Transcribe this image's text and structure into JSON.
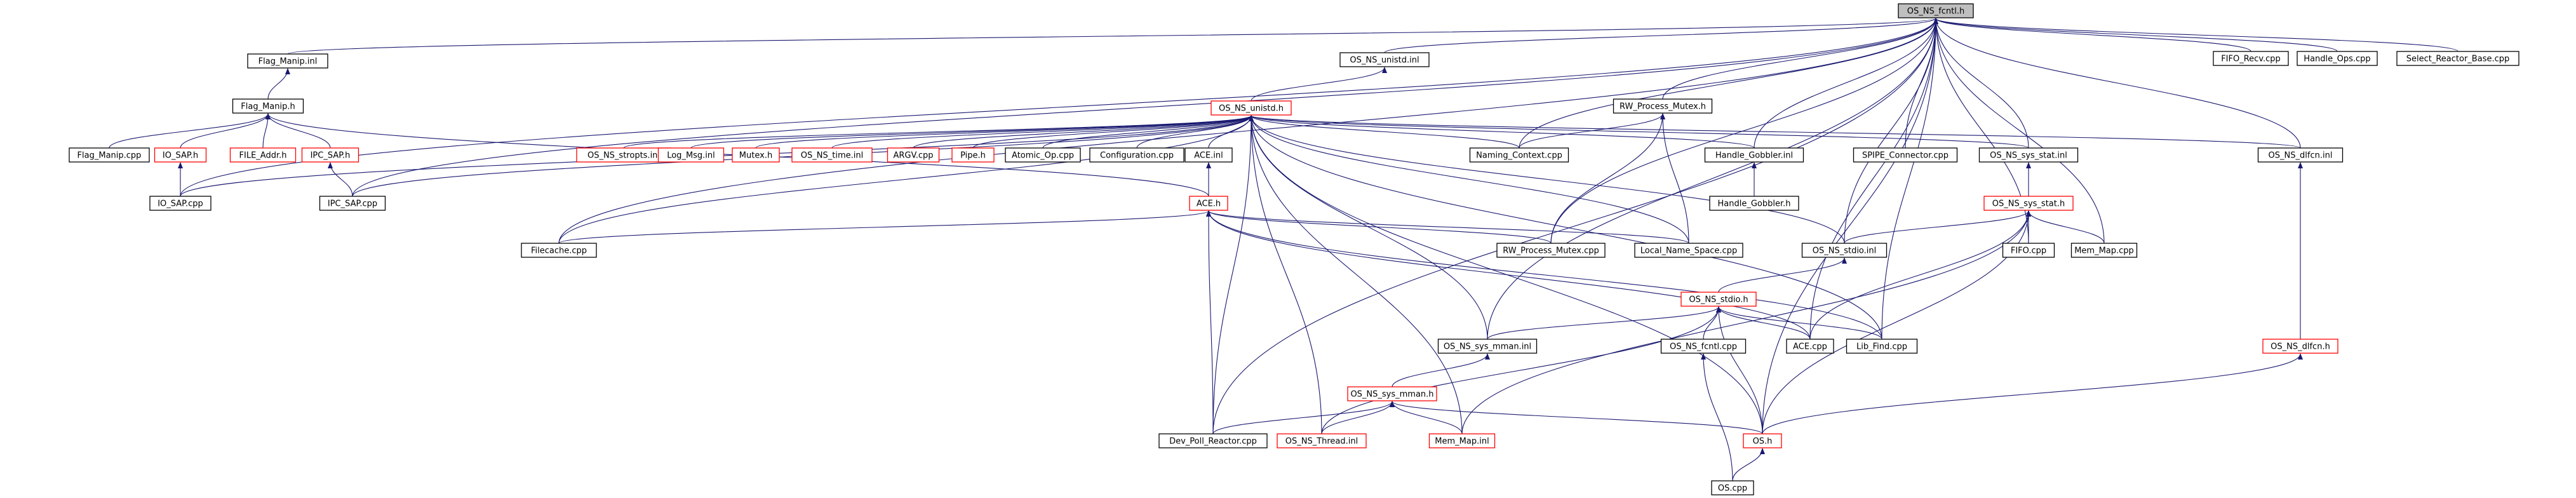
{
  "colors": {
    "edge": "#191970",
    "node_border": "#000000",
    "node_border_alt": "#ff0000",
    "root_fill": "#bfbfbf",
    "node_fill": "#ffffff"
  },
  "nodes": [
    {
      "id": "fcntl_h",
      "label": "OS_NS_fcntl.h",
      "style": "root"
    },
    {
      "id": "flag_manip_inl",
      "label": "Flag_Manip.inl",
      "style": "normal"
    },
    {
      "id": "flag_manip_h",
      "label": "Flag_Manip.h",
      "style": "normal"
    },
    {
      "id": "flag_manip_cpp",
      "label": "Flag_Manip.cpp",
      "style": "normal"
    },
    {
      "id": "io_sap_h",
      "label": "IO_SAP.h",
      "style": "red"
    },
    {
      "id": "file_addr_h",
      "label": "FILE_Addr.h",
      "style": "red"
    },
    {
      "id": "ipc_sap_h",
      "label": "IPC_SAP.h",
      "style": "red"
    },
    {
      "id": "io_sap_cpp",
      "label": "IO_SAP.cpp",
      "style": "normal"
    },
    {
      "id": "ipc_sap_cpp",
      "label": "IPC_SAP.cpp",
      "style": "normal"
    },
    {
      "id": "unistd_inl",
      "label": "OS_NS_unistd.inl",
      "style": "normal"
    },
    {
      "id": "unistd_h",
      "label": "OS_NS_unistd.h",
      "style": "red"
    },
    {
      "id": "strops_inl",
      "label": "OS_NS_stropts.inl",
      "style": "red"
    },
    {
      "id": "log_msg_inl",
      "label": "Log_Msg.inl",
      "style": "red"
    },
    {
      "id": "mutex_h",
      "label": "Mutex.h",
      "style": "red"
    },
    {
      "id": "time_inl",
      "label": "OS_NS_time.inl",
      "style": "red"
    },
    {
      "id": "argv_cpp",
      "label": "ARGV.cpp",
      "style": "red"
    },
    {
      "id": "pipe_h",
      "label": "Pipe.h",
      "style": "red"
    },
    {
      "id": "atomic_op_cpp",
      "label": "Atomic_Op.cpp",
      "style": "normal"
    },
    {
      "id": "configuration_cpp",
      "label": "Configuration.cpp",
      "style": "normal"
    },
    {
      "id": "ace_inl",
      "label": "ACE.inl",
      "style": "normal"
    },
    {
      "id": "ace_h",
      "label": "ACE.h",
      "style": "red"
    },
    {
      "id": "filecache_cpp",
      "label": "Filecache.cpp",
      "style": "normal"
    },
    {
      "id": "rw_process_mutex_h",
      "label": "RW_Process_Mutex.h",
      "style": "normal"
    },
    {
      "id": "naming_context_cpp",
      "label": "Naming_Context.cpp",
      "style": "normal"
    },
    {
      "id": "rw_process_mutex_cpp",
      "label": "RW_Process_Mutex.cpp",
      "style": "normal"
    },
    {
      "id": "local_name_space_cpp",
      "label": "Local_Name_Space.cpp",
      "style": "normal"
    },
    {
      "id": "handle_gobbler_inl",
      "label": "Handle_Gobbler.inl",
      "style": "normal"
    },
    {
      "id": "handle_gobbler_h",
      "label": "Handle_Gobbler.h",
      "style": "normal"
    },
    {
      "id": "spipe_connector_cpp",
      "label": "SPIPE_Connector.cpp",
      "style": "normal"
    },
    {
      "id": "sys_stat_inl",
      "label": "OS_NS_sys_stat.inl",
      "style": "normal"
    },
    {
      "id": "sys_stat_h",
      "label": "OS_NS_sys_stat.h",
      "style": "red"
    },
    {
      "id": "fifo_cpp",
      "label": "FIFO.cpp",
      "style": "normal"
    },
    {
      "id": "mem_map_cpp",
      "label": "Mem_Map.cpp",
      "style": "normal"
    },
    {
      "id": "dlfcn_inl",
      "label": "OS_NS_dlfcn.inl",
      "style": "normal"
    },
    {
      "id": "dlfcn_h",
      "label": "OS_NS_dlfcn.h",
      "style": "red"
    },
    {
      "id": "stdio_inl",
      "label": "OS_NS_stdio.inl",
      "style": "normal"
    },
    {
      "id": "stdio_h",
      "label": "OS_NS_stdio.h",
      "style": "red"
    },
    {
      "id": "sys_mman_inl",
      "label": "OS_NS_sys_mman.inl",
      "style": "normal"
    },
    {
      "id": "fcntl_cpp",
      "label": "OS_NS_fcntl.cpp",
      "style": "normal"
    },
    {
      "id": "ace_cpp",
      "label": "ACE.cpp",
      "style": "normal"
    },
    {
      "id": "lib_find_cpp",
      "label": "Lib_Find.cpp",
      "style": "normal"
    },
    {
      "id": "sys_mman_h",
      "label": "OS_NS_sys_mman.h",
      "style": "red"
    },
    {
      "id": "dev_poll_reactor_cpp",
      "label": "Dev_Poll_Reactor.cpp",
      "style": "normal"
    },
    {
      "id": "thread_inl",
      "label": "OS_NS_Thread.inl",
      "style": "red"
    },
    {
      "id": "mem_map_inl",
      "label": "Mem_Map.inl",
      "style": "red"
    },
    {
      "id": "os_h",
      "label": "OS.h",
      "style": "red"
    },
    {
      "id": "os_cpp",
      "label": "OS.cpp",
      "style": "normal"
    },
    {
      "id": "fifo_recv_cpp",
      "label": "FIFO_Recv.cpp",
      "style": "normal"
    },
    {
      "id": "handle_ops_cpp",
      "label": "Handle_Ops.cpp",
      "style": "normal"
    },
    {
      "id": "select_reactor_base_cpp",
      "label": "Select_Reactor_Base.cpp",
      "style": "normal"
    }
  ],
  "edges": [
    [
      "flag_manip_inl",
      "fcntl_h"
    ],
    [
      "io_sap_cpp",
      "fcntl_h"
    ],
    [
      "ipc_sap_cpp",
      "fcntl_h"
    ],
    [
      "filecache_cpp",
      "fcntl_h"
    ],
    [
      "dev_poll_reactor_cpp",
      "fcntl_h"
    ],
    [
      "unistd_inl",
      "fcntl_h"
    ],
    [
      "rw_process_mutex_h",
      "fcntl_h"
    ],
    [
      "handle_gobbler_inl",
      "fcntl_h"
    ],
    [
      "spipe_connector_cpp",
      "fcntl_h"
    ],
    [
      "sys_stat_inl",
      "fcntl_h"
    ],
    [
      "dlfcn_inl",
      "fcntl_h"
    ],
    [
      "fifo_recv_cpp",
      "fcntl_h"
    ],
    [
      "handle_ops_cpp",
      "fcntl_h"
    ],
    [
      "select_reactor_base_cpp",
      "fcntl_h"
    ],
    [
      "sys_mman_inl",
      "fcntl_h"
    ],
    [
      "stdio_inl",
      "fcntl_h"
    ],
    [
      "ace_cpp",
      "fcntl_h"
    ],
    [
      "lib_find_cpp",
      "fcntl_h"
    ],
    [
      "fifo_cpp",
      "fcntl_h"
    ],
    [
      "mem_map_cpp",
      "fcntl_h"
    ],
    [
      "os_h",
      "fcntl_h"
    ],
    [
      "rw_process_mutex_cpp",
      "fcntl_h"
    ],
    [
      "naming_context_cpp",
      "fcntl_h"
    ],
    [
      "flag_manip_h",
      "flag_manip_inl"
    ],
    [
      "flag_manip_cpp",
      "flag_manip_h"
    ],
    [
      "io_sap_h",
      "flag_manip_h"
    ],
    [
      "file_addr_h",
      "flag_manip_h"
    ],
    [
      "ipc_sap_h",
      "flag_manip_h"
    ],
    [
      "ace_h",
      "flag_manip_h"
    ],
    [
      "io_sap_cpp",
      "io_sap_h"
    ],
    [
      "ipc_sap_cpp",
      "ipc_sap_h"
    ],
    [
      "unistd_h",
      "unistd_inl"
    ],
    [
      "strops_inl",
      "unistd_h"
    ],
    [
      "log_msg_inl",
      "unistd_h"
    ],
    [
      "mutex_h",
      "unistd_h"
    ],
    [
      "time_inl",
      "unistd_h"
    ],
    [
      "argv_cpp",
      "unistd_h"
    ],
    [
      "pipe_h",
      "unistd_h"
    ],
    [
      "atomic_op_cpp",
      "unistd_h"
    ],
    [
      "configuration_cpp",
      "unistd_h"
    ],
    [
      "ace_inl",
      "unistd_h"
    ],
    [
      "io_sap_cpp",
      "unistd_h"
    ],
    [
      "ipc_sap_cpp",
      "unistd_h"
    ],
    [
      "filecache_cpp",
      "unistd_h"
    ],
    [
      "naming_context_cpp",
      "unistd_h"
    ],
    [
      "handle_gobbler_inl",
      "unistd_h"
    ],
    [
      "sys_stat_inl",
      "unistd_h"
    ],
    [
      "dlfcn_inl",
      "unistd_h"
    ],
    [
      "stdio_inl",
      "unistd_h"
    ],
    [
      "sys_mman_inl",
      "unistd_h"
    ],
    [
      "dev_poll_reactor_cpp",
      "unistd_h"
    ],
    [
      "thread_inl",
      "unistd_h"
    ],
    [
      "mem_map_inl",
      "unistd_h"
    ],
    [
      "os_h",
      "unistd_h"
    ],
    [
      "lib_find_cpp",
      "unistd_h"
    ],
    [
      "local_name_space_cpp",
      "unistd_h"
    ],
    [
      "ace_h",
      "ace_inl"
    ],
    [
      "filecache_cpp",
      "ace_h"
    ],
    [
      "rw_process_mutex_cpp",
      "ace_h"
    ],
    [
      "local_name_space_cpp",
      "ace_h"
    ],
    [
      "dev_poll_reactor_cpp",
      "ace_h"
    ],
    [
      "lib_find_cpp",
      "ace_h"
    ],
    [
      "ace_cpp",
      "ace_h"
    ],
    [
      "naming_context_cpp",
      "rw_process_mutex_h"
    ],
    [
      "rw_process_mutex_cpp",
      "rw_process_mutex_h"
    ],
    [
      "local_name_space_cpp",
      "rw_process_mutex_h"
    ],
    [
      "handle_gobbler_h",
      "handle_gobbler_inl"
    ],
    [
      "sys_stat_h",
      "sys_stat_inl"
    ],
    [
      "fifo_cpp",
      "sys_stat_h"
    ],
    [
      "mem_map_cpp",
      "sys_stat_h"
    ],
    [
      "stdio_inl",
      "sys_stat_h"
    ],
    [
      "ace_cpp",
      "sys_stat_h"
    ],
    [
      "mem_map_inl",
      "sys_stat_h"
    ],
    [
      "os_h",
      "sys_stat_h"
    ],
    [
      "dlfcn_h",
      "dlfcn_inl"
    ],
    [
      "os_h",
      "dlfcn_h"
    ],
    [
      "stdio_h",
      "stdio_inl"
    ],
    [
      "sys_mman_inl",
      "stdio_h"
    ],
    [
      "fcntl_cpp",
      "stdio_h"
    ],
    [
      "ace_cpp",
      "stdio_h"
    ],
    [
      "lib_find_cpp",
      "stdio_h"
    ],
    [
      "thread_inl",
      "stdio_h"
    ],
    [
      "os_h",
      "stdio_h"
    ],
    [
      "sys_mman_h",
      "sys_mman_inl"
    ],
    [
      "dev_poll_reactor_cpp",
      "sys_mman_h"
    ],
    [
      "thread_inl",
      "sys_mman_h"
    ],
    [
      "mem_map_inl",
      "sys_mman_h"
    ],
    [
      "os_h",
      "sys_mman_h"
    ],
    [
      "os_cpp",
      "os_h"
    ],
    [
      "os_cpp",
      "fcntl_cpp"
    ]
  ]
}
